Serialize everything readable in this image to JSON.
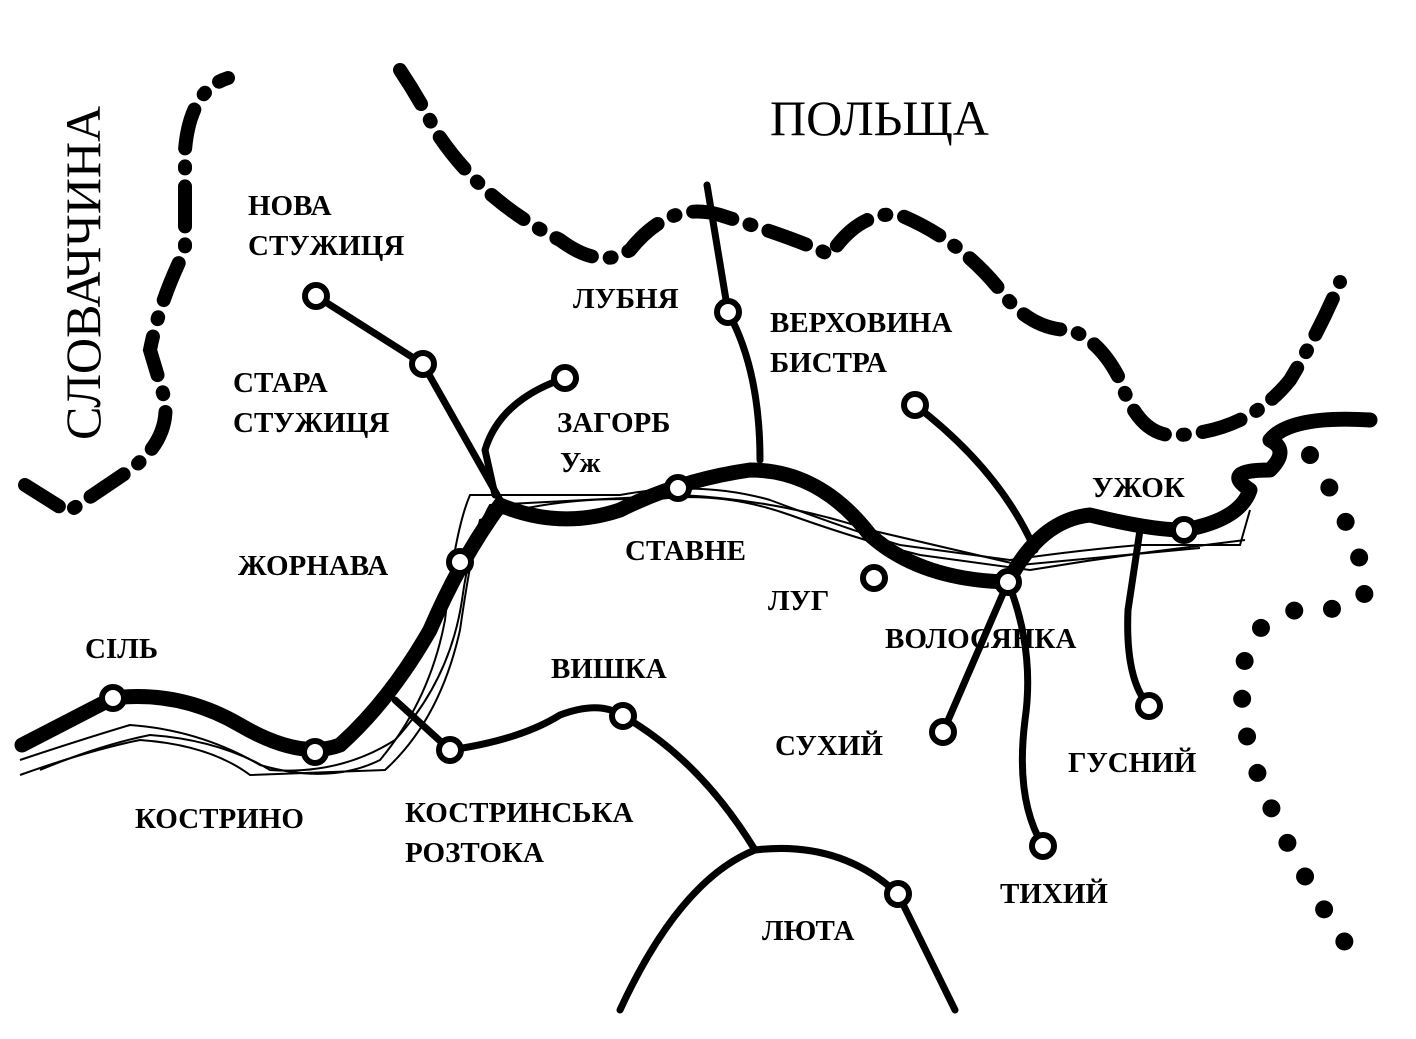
{
  "countries": {
    "poland": "ПОЛЬЩА",
    "slovakia": "СЛОВАЧЧИНА"
  },
  "river": "Уж",
  "places": {
    "nova_stuzhytsia": [
      "НОВА",
      "СТУЖИЦЯ"
    ],
    "stara_stuzhytsia": [
      "СТАРА",
      "СТУЖИЦЯ"
    ],
    "zahorb": "ЗАГОРБ",
    "lubnia": "ЛУБНЯ",
    "verkhovyna_bystra": [
      "ВЕРХОВИНА",
      "БИСТРА"
    ],
    "stavne": "СТАВНЕ",
    "luh": "ЛУГ",
    "zhornava": "ЖОРНАВА",
    "volosianka": "ВОЛОСЯНКА",
    "uzhok": "УЖОК",
    "sil": "СІЛЬ",
    "kostryno": "КОСТРИНО",
    "kostrynska_roztoka": [
      "КОСТРИНСЬКА",
      "РОЗТОКА"
    ],
    "vyshka": "ВИШКА",
    "sukhyi": "СУХИЙ",
    "husnyi": "ГУСНИЙ",
    "tykhyi": "ТИХИЙ",
    "liuta": "ЛЮТА"
  }
}
